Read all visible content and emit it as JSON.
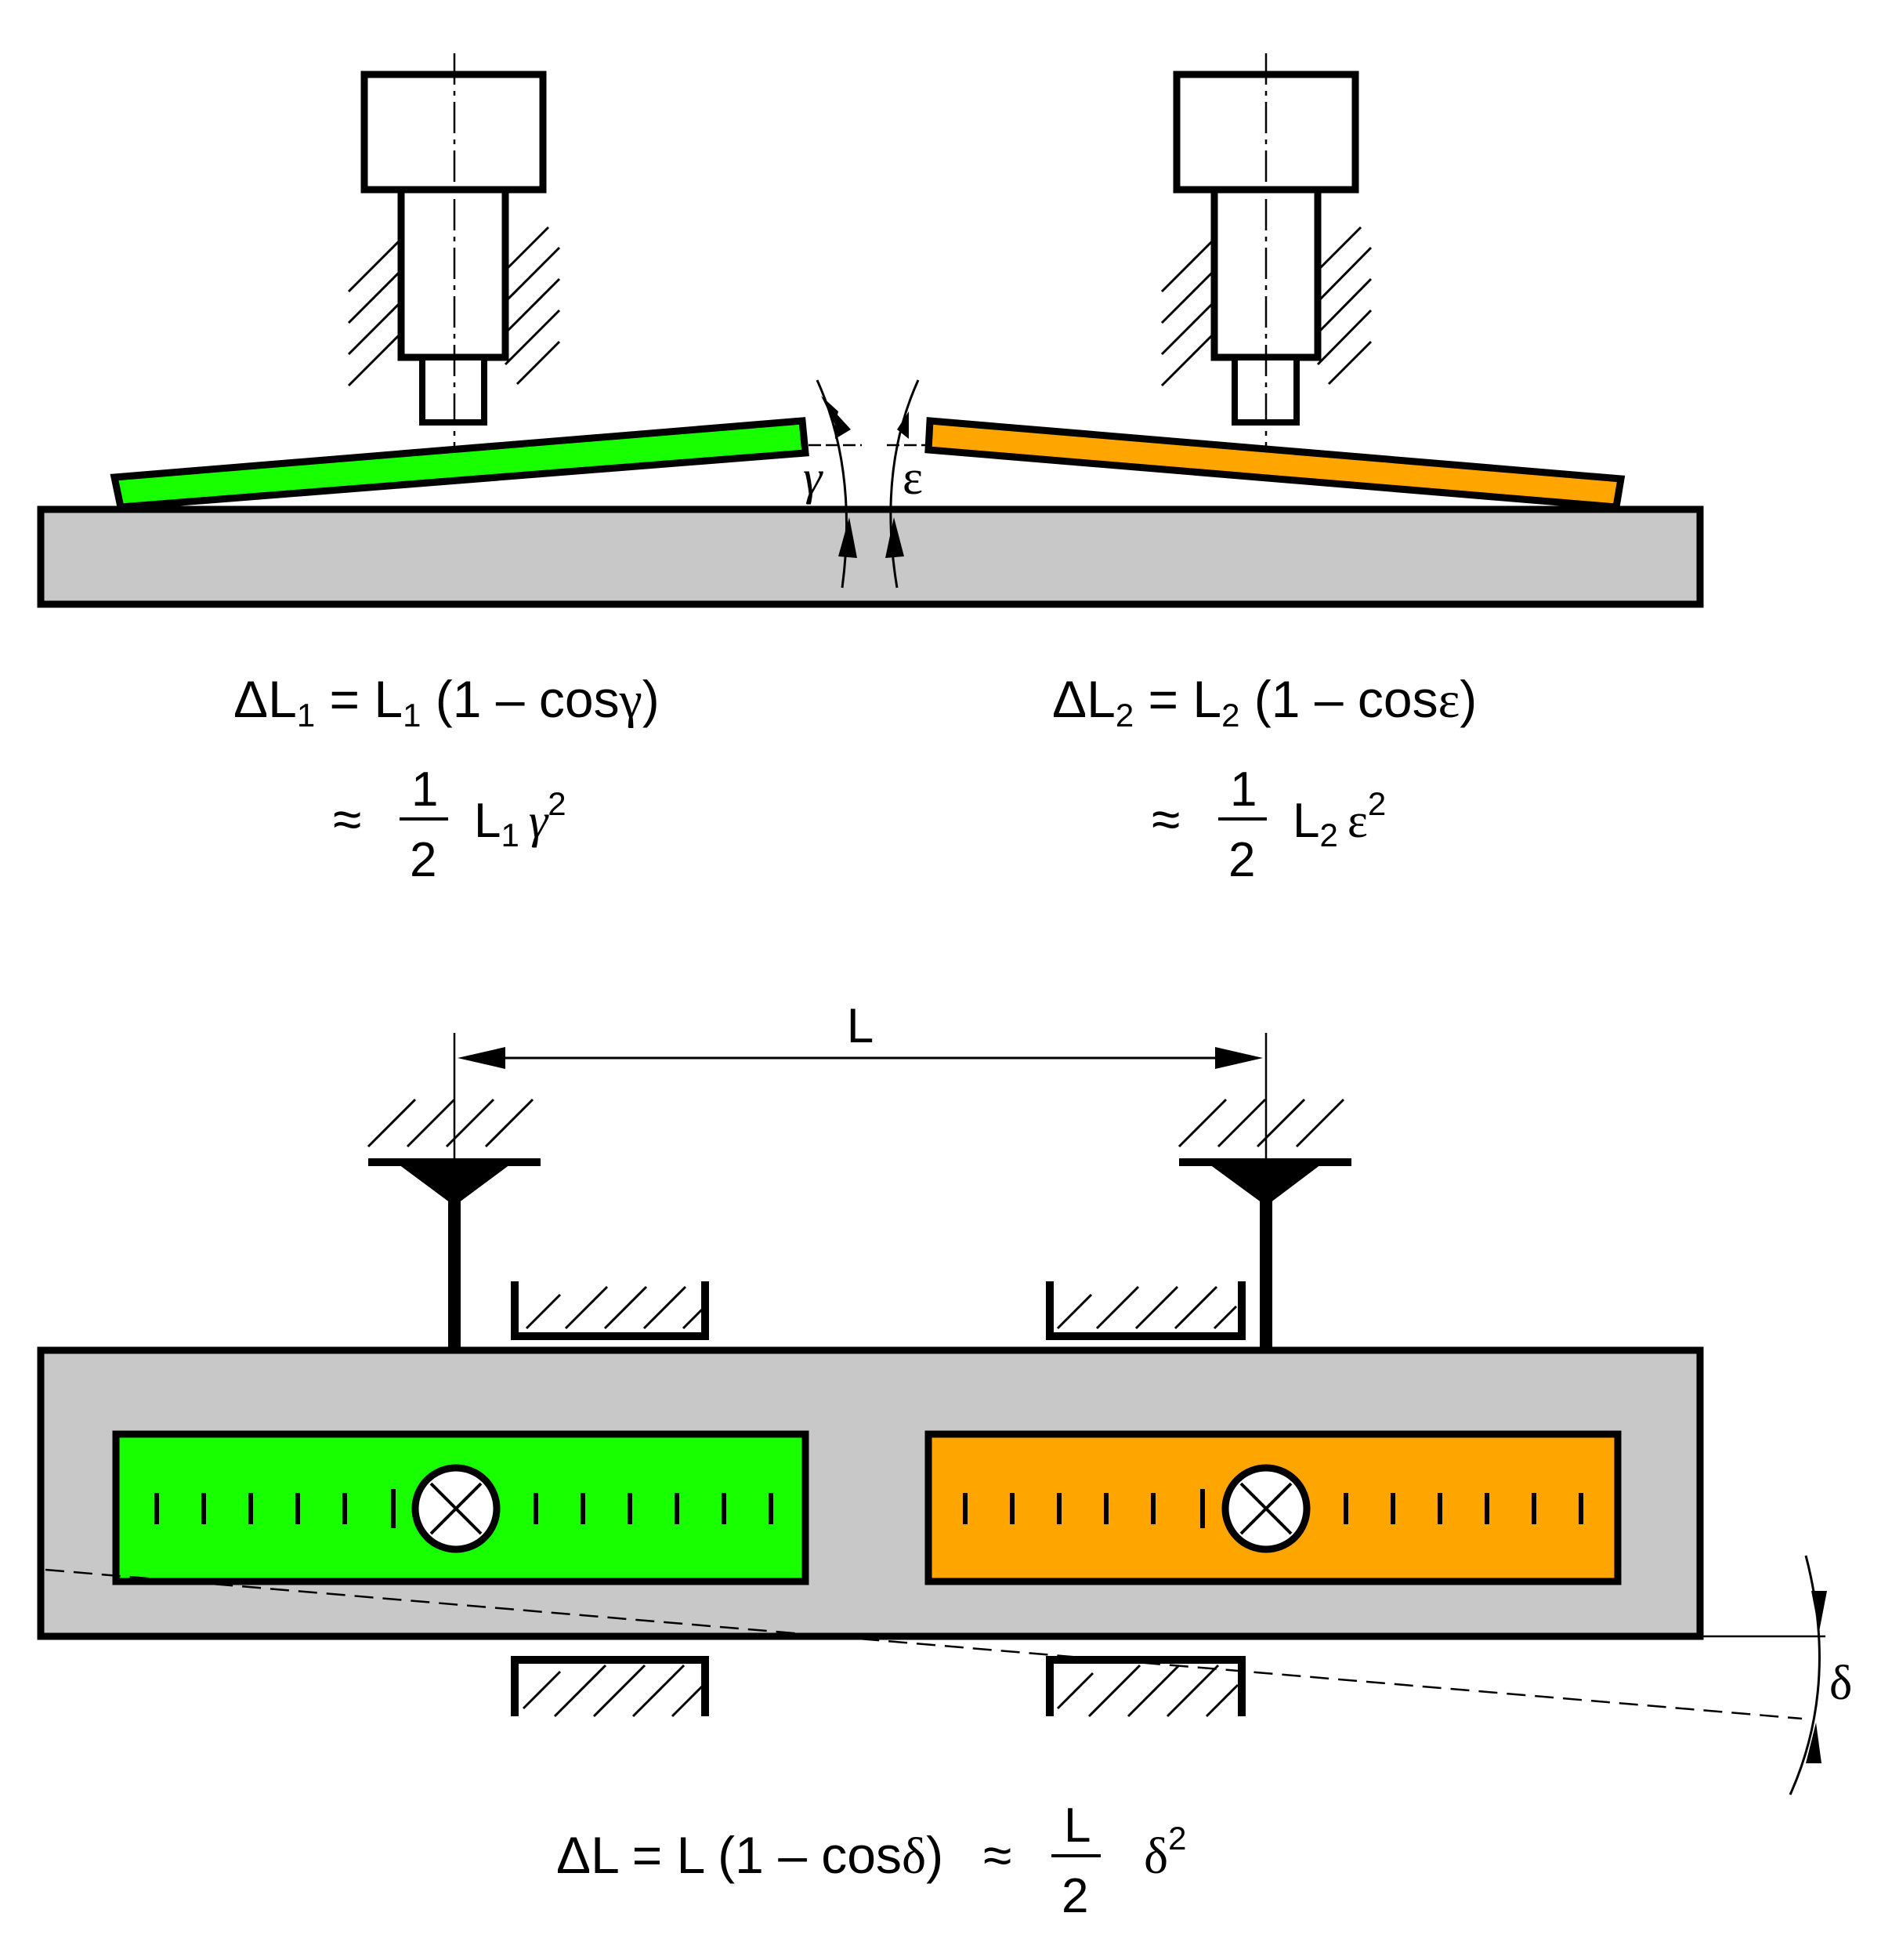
{
  "colors": {
    "green": "#18FF00",
    "orange": "#FFA500",
    "base_gray": "#C8C8C8",
    "ink": "#000000"
  },
  "angles": {
    "gamma": "γ",
    "epsilon": "ε",
    "delta": "δ"
  },
  "dimension": {
    "L": "L"
  },
  "formula_left": {
    "line1": {
      "delta": "Δ",
      "L": "L",
      "sub": "1",
      "eq": " = ",
      "L2": "L",
      "sub2": "1",
      "paren": " (1 – cos",
      "angle": "γ",
      "close": ")"
    },
    "line2": {
      "approx": "≈",
      "num": "1",
      "den": "2",
      "L": "L",
      "sub": "1",
      "angle": "γ",
      "exp": "2"
    }
  },
  "formula_right": {
    "line1": {
      "delta": "Δ",
      "L": "L",
      "sub": "2",
      "eq": " = ",
      "L2": "L",
      "sub2": "2",
      "paren": " (1 – cos",
      "angle": "ε",
      "close": ")"
    },
    "line2": {
      "approx": "≈",
      "num": "1",
      "den": "2",
      "L": "L",
      "sub": "2",
      "angle": "ε",
      "exp": "2"
    }
  },
  "formula_bottom": {
    "delta": "Δ",
    "L": "L",
    "eq": " = ",
    "L2": "L",
    "paren": " (1 – cos",
    "angle": "δ",
    "close": ")",
    "approx": "≈",
    "num": "L",
    "den": "2",
    "angle2": "δ",
    "exp": "2"
  },
  "icons": {
    "probe_tip": "crossed-circle-icon"
  }
}
